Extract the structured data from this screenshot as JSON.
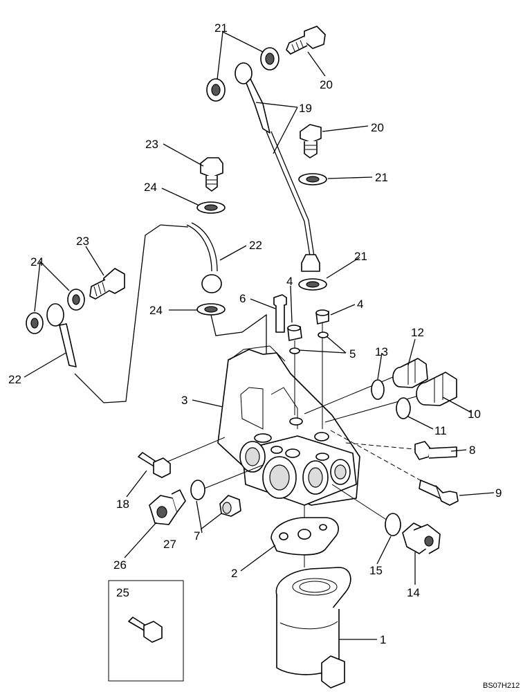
{
  "callouts": {
    "c1": "1",
    "c2": "2",
    "c3": "3",
    "c4a": "4",
    "c4b": "4",
    "c5": "5",
    "c6": "6",
    "c7": "7",
    "c8": "8",
    "c9": "9",
    "c10": "10",
    "c11": "11",
    "c12": "12",
    "c13": "13",
    "c14": "14",
    "c15": "15",
    "c18": "18",
    "c19": "19",
    "c20a": "20",
    "c20b": "20",
    "c21a": "21",
    "c21b": "21",
    "c21c": "21",
    "c22a": "22",
    "c22b": "22",
    "c23a": "23",
    "c23b": "23",
    "c24a": "24",
    "c24b": "24",
    "c24c": "24",
    "c25": "25",
    "c26": "26",
    "c27": "27"
  },
  "drawing_code": "BS07H212"
}
